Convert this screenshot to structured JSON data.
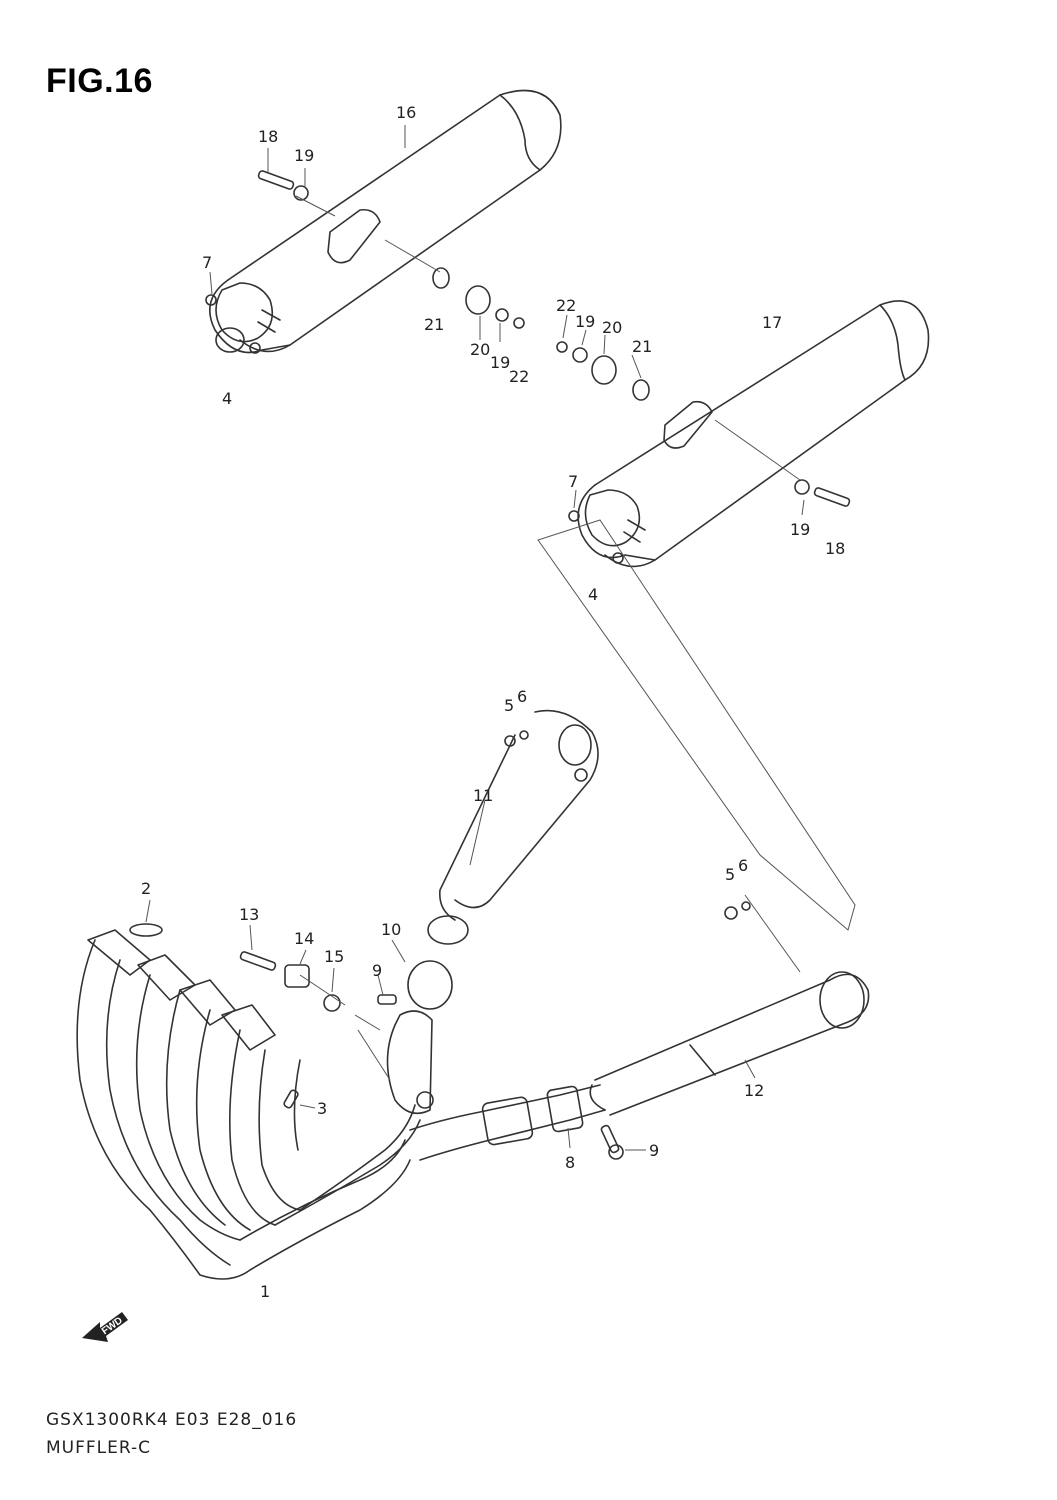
{
  "figure": {
    "title": "FIG.16"
  },
  "callouts": {
    "c1": "1",
    "c2": "2",
    "c3": "3",
    "c4a": "4",
    "c4b": "4",
    "c5a": "5",
    "c6a": "6",
    "c5b": "5",
    "c6b": "6",
    "c7a": "7",
    "c7b": "7",
    "c8": "8",
    "c9a": "9",
    "c9b": "9",
    "c10": "10",
    "c11": "11",
    "c12": "12",
    "c13": "13",
    "c14": "14",
    "c15": "15",
    "c16": "16",
    "c17": "17",
    "c18a": "18",
    "c18b": "18",
    "c19a": "19",
    "c19b": "19",
    "c19c": "19",
    "c19d": "19",
    "c20a": "20",
    "c20b": "20",
    "c21a": "21",
    "c21b": "21",
    "c22a": "22",
    "c22b": "22"
  },
  "fwd_badge": {
    "label": "FWD"
  },
  "footer": {
    "code": "GSX1300RK4 E03 E28_016",
    "name": "MUFFLER-C"
  }
}
